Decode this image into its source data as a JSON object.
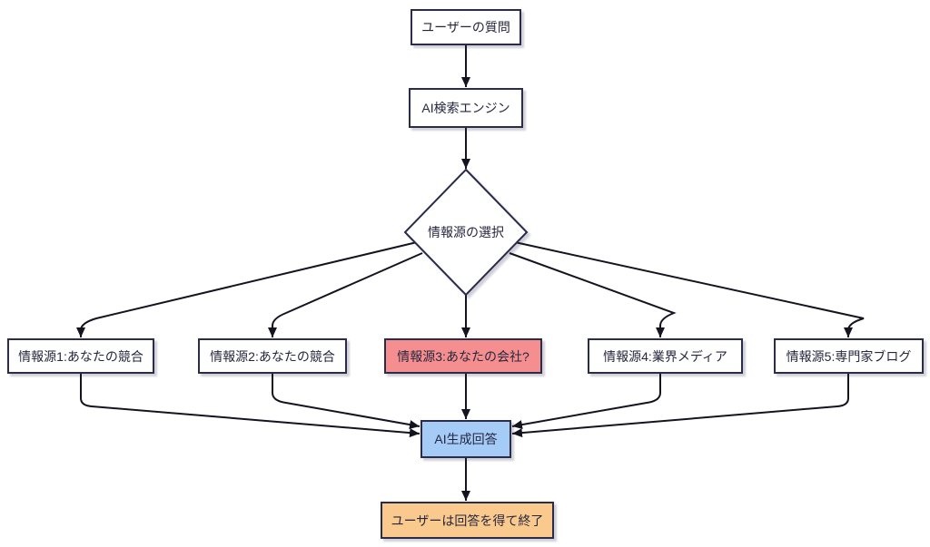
{
  "diagram": {
    "type": "flowchart",
    "direction": "top-down",
    "nodes": {
      "question": {
        "label": "ユーザーの質問",
        "shape": "rect",
        "fill": "white"
      },
      "engine": {
        "label": "AI検索エンジン",
        "shape": "rect",
        "fill": "white"
      },
      "decision": {
        "label": "情報源の選択",
        "shape": "diamond",
        "fill": "white"
      },
      "source1": {
        "label": "情報源1:あなたの競合",
        "shape": "rect",
        "fill": "white"
      },
      "source2": {
        "label": "情報源2:あなたの競合",
        "shape": "rect",
        "fill": "white"
      },
      "source3": {
        "label": "情報源3:あなたの会社?",
        "shape": "rect",
        "fill": "highlight_red"
      },
      "source4": {
        "label": "情報源4:業界メディア",
        "shape": "rect",
        "fill": "white"
      },
      "source5": {
        "label": "情報源5:専門家ブログ",
        "shape": "rect",
        "fill": "white"
      },
      "answer": {
        "label": "AI生成回答",
        "shape": "rect",
        "fill": "highlight_blue"
      },
      "end": {
        "label": "ユーザーは回答を得て終了",
        "shape": "rect",
        "fill": "highlight_orange"
      }
    },
    "edges": [
      {
        "from": "question",
        "to": "engine"
      },
      {
        "from": "engine",
        "to": "decision"
      },
      {
        "from": "decision",
        "to": "source1"
      },
      {
        "from": "decision",
        "to": "source2"
      },
      {
        "from": "decision",
        "to": "source3"
      },
      {
        "from": "decision",
        "to": "source4"
      },
      {
        "from": "decision",
        "to": "source5"
      },
      {
        "from": "source1",
        "to": "answer"
      },
      {
        "from": "source2",
        "to": "answer"
      },
      {
        "from": "source3",
        "to": "answer"
      },
      {
        "from": "source4",
        "to": "answer"
      },
      {
        "from": "source5",
        "to": "answer"
      },
      {
        "from": "answer",
        "to": "end"
      }
    ],
    "colors": {
      "canvas_bg": "#ffffff",
      "node_fill": "#ffffff",
      "node_border": "#2b2b4a",
      "node_text": "#26263f",
      "highlight_red": "#f58f8f",
      "highlight_blue": "#a5cbf7",
      "highlight_orange": "#f9c98d",
      "edge_color": "#141420"
    }
  }
}
